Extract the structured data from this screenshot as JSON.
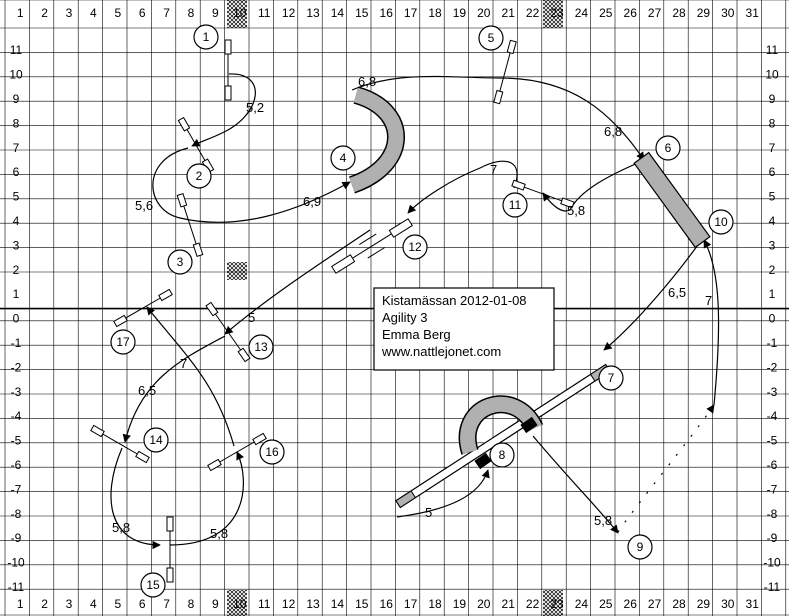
{
  "course": {
    "title": "Kistamässan 2012-01-08",
    "class_name": "Agility 3",
    "judge": "Emma Berg",
    "website": "www.nattlejonet.com"
  },
  "axes": {
    "columns": [
      "1",
      "2",
      "3",
      "4",
      "5",
      "6",
      "7",
      "8",
      "9",
      "10",
      "11",
      "12",
      "13",
      "14",
      "15",
      "16",
      "17",
      "18",
      "19",
      "20",
      "21",
      "22",
      "23",
      "24",
      "25",
      "26",
      "27",
      "28",
      "29",
      "30",
      "31"
    ],
    "rows": [
      "11",
      "10",
      "9",
      "8",
      "7",
      "6",
      "5",
      "4",
      "3",
      "2",
      "1",
      "0",
      "-1",
      "-2",
      "-3",
      "-4",
      "-5",
      "-6",
      "-7",
      "-8",
      "-9",
      "-10",
      "-11"
    ]
  },
  "obstacle_numbers": [
    "1",
    "2",
    "3",
    "4",
    "5",
    "6",
    "7",
    "8",
    "9",
    "10",
    "11",
    "12",
    "13",
    "14",
    "15",
    "16",
    "17"
  ],
  "distances": [
    "5,2",
    "5,6",
    "6,9",
    "6,8",
    "6,8",
    "7",
    "5,8",
    "5",
    "7",
    "6,5",
    "5,8",
    "5",
    "5,8",
    "5,8",
    "6,5",
    "7"
  ],
  "colors": {
    "grid": "#000000",
    "obstacle_fill": "#b0b0b0",
    "restricted_zone": "#000000"
  }
}
